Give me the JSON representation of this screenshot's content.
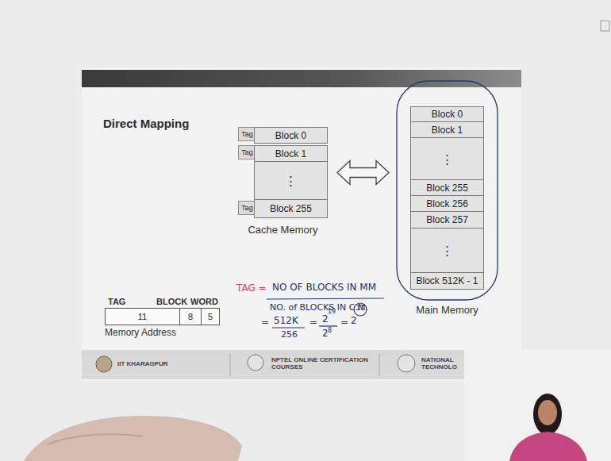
{
  "diagram": {
    "title": "Direct Mapping",
    "nodes": [
      {
        "text": [
          "Cache Memory"
        ]
      },
      {
        "text": [
          "Tag"
        ],
        "in": 0
      },
      {
        "text": [
          "Block 0"
        ],
        "in": 0
      },
      {
        "text": [
          "Tag"
        ],
        "in": 0
      },
      {
        "text": [
          "Block 1"
        ],
        "in": 0
      },
      {
        "text": [
          "⋮"
        ],
        "in": 0
      },
      {
        "text": [
          "Tag"
        ],
        "in": 0
      },
      {
        "text": [
          "Block 255"
        ],
        "in": 0
      },
      {
        "text": [
          "Main Memory"
        ]
      },
      {
        "text": [
          "Block 0"
        ],
        "in": 8
      },
      {
        "text": [
          "Block 1"
        ],
        "in": 8
      },
      {
        "text": [
          "⋮"
        ],
        "in": 8
      },
      {
        "text": [
          "Block 255"
        ],
        "in": 8
      },
      {
        "text": [
          "Block 256"
        ],
        "in": 8
      },
      {
        "text": [
          "Block 257"
        ],
        "in": 8
      },
      {
        "text": [
          "⋮"
        ],
        "in": 8
      },
      {
        "text": [
          "Block 512K - 1"
        ],
        "in": 8
      },
      {
        "text": [
          "Memory Address"
        ]
      },
      {
        "text": [
          "11"
        ],
        "in": 17
      },
      {
        "text": [
          "8"
        ],
        "in": 17
      },
      {
        "text": [
          "5"
        ],
        "in": 17
      }
    ],
    "edges": [
      {
        "from": 0,
        "to": 8,
        "arrow": "both"
      }
    ],
    "labels": [
      "TAG",
      "BLOCK",
      "WORD",
      "TAG =",
      "NO OF BLOCKS IN MM",
      "NO. of BLOCKS IN C.M.",
      "=",
      "512K",
      "256",
      "=",
      "2",
      "19",
      "2",
      "8",
      "=",
      "2",
      "11",
      "IIT KHARAGPUR",
      "NPTEL ONLINE CERTIFICATION COURSES",
      "NATIONAL TECHNOLO"
    ]
  }
}
